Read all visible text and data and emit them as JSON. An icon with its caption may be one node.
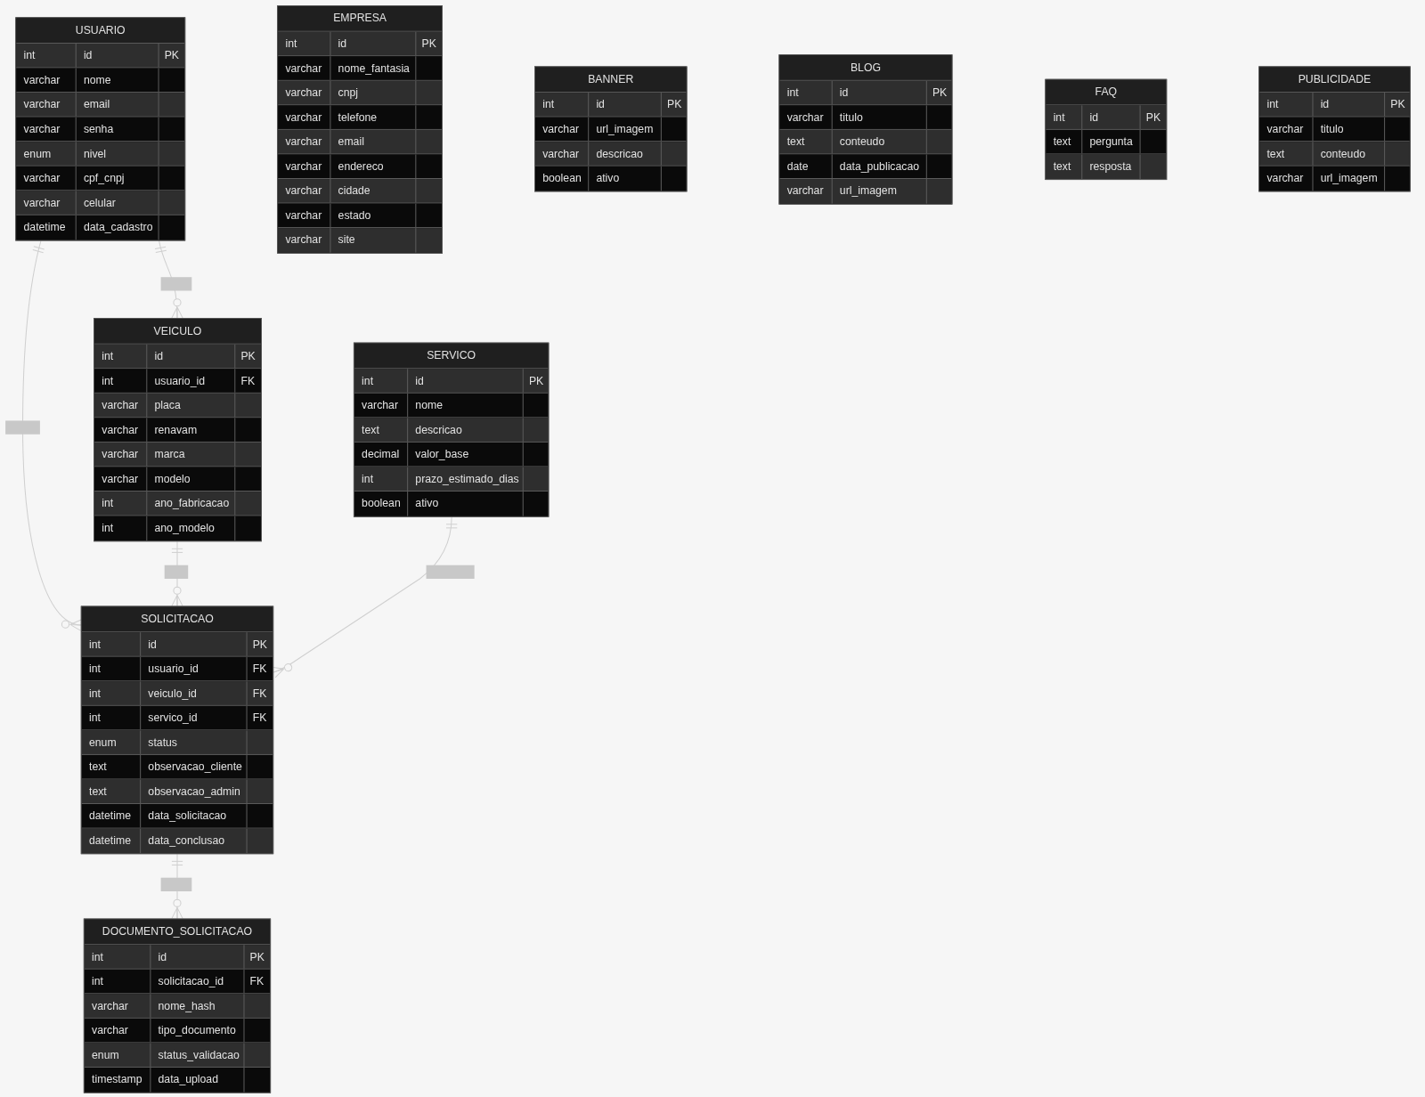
{
  "diagram": {
    "nodes": [
      {
        "text": [
          "USUARIO"
        ]
      },
      {
        "text": [
          "int",
          "id",
          "PK"
        ],
        "in": 0
      },
      {
        "text": [
          "varchar",
          "nome"
        ],
        "in": 0
      },
      {
        "text": [
          "varchar",
          "email"
        ],
        "in": 0
      },
      {
        "text": [
          "varchar",
          "senha"
        ],
        "in": 0
      },
      {
        "text": [
          "enum",
          "nivel"
        ],
        "in": 0
      },
      {
        "text": [
          "varchar",
          "cpf_cnpj"
        ],
        "in": 0
      },
      {
        "text": [
          "varchar",
          "celular"
        ],
        "in": 0
      },
      {
        "text": [
          "datetime",
          "data_cadastro"
        ],
        "in": 0
      },
      {
        "text": [
          "EMPRESA"
        ]
      },
      {
        "text": [
          "int",
          "id",
          "PK"
        ],
        "in": 9
      },
      {
        "text": [
          "varchar",
          "nome_fantasia"
        ],
        "in": 9
      },
      {
        "text": [
          "varchar",
          "cnpj"
        ],
        "in": 9
      },
      {
        "text": [
          "varchar",
          "telefone"
        ],
        "in": 9
      },
      {
        "text": [
          "varchar",
          "email"
        ],
        "in": 9
      },
      {
        "text": [
          "varchar",
          "endereco"
        ],
        "in": 9
      },
      {
        "text": [
          "varchar",
          "cidade"
        ],
        "in": 9
      },
      {
        "text": [
          "varchar",
          "estado"
        ],
        "in": 9
      },
      {
        "text": [
          "varchar",
          "site"
        ],
        "in": 9
      },
      {
        "text": [
          "BANNER"
        ]
      },
      {
        "text": [
          "int",
          "id",
          "PK"
        ],
        "in": 19
      },
      {
        "text": [
          "varchar",
          "url_imagem"
        ],
        "in": 19
      },
      {
        "text": [
          "varchar",
          "descricao"
        ],
        "in": 19
      },
      {
        "text": [
          "boolean",
          "ativo"
        ],
        "in": 19
      },
      {
        "text": [
          "BLOG"
        ]
      },
      {
        "text": [
          "int",
          "id",
          "PK"
        ],
        "in": 24
      },
      {
        "text": [
          "varchar",
          "titulo"
        ],
        "in": 24
      },
      {
        "text": [
          "text",
          "conteudo"
        ],
        "in": 24
      },
      {
        "text": [
          "date",
          "data_publicacao"
        ],
        "in": 24
      },
      {
        "text": [
          "varchar",
          "url_imagem"
        ],
        "in": 24
      },
      {
        "text": [
          "FAQ"
        ]
      },
      {
        "text": [
          "int",
          "id",
          "PK"
        ],
        "in": 30
      },
      {
        "text": [
          "text",
          "pergunta"
        ],
        "in": 30
      },
      {
        "text": [
          "text",
          "resposta"
        ],
        "in": 30
      },
      {
        "text": [
          "PUBLICIDADE"
        ]
      },
      {
        "text": [
          "int",
          "id",
          "PK"
        ],
        "in": 34
      },
      {
        "text": [
          "varchar",
          "titulo"
        ],
        "in": 34
      },
      {
        "text": [
          "text",
          "conteudo"
        ],
        "in": 34
      },
      {
        "text": [
          "varchar",
          "url_imagem"
        ],
        "in": 34
      },
      {
        "text": [
          "VEICULO"
        ]
      },
      {
        "text": [
          "int",
          "id",
          "PK"
        ],
        "in": 39
      },
      {
        "text": [
          "int",
          "usuario_id",
          "FK"
        ],
        "in": 39
      },
      {
        "text": [
          "varchar",
          "placa"
        ],
        "in": 39
      },
      {
        "text": [
          "varchar",
          "renavam"
        ],
        "in": 39
      },
      {
        "text": [
          "varchar",
          "marca"
        ],
        "in": 39
      },
      {
        "text": [
          "varchar",
          "modelo"
        ],
        "in": 39
      },
      {
        "text": [
          "int",
          "ano_fabricacao"
        ],
        "in": 39
      },
      {
        "text": [
          "int",
          "ano_modelo"
        ],
        "in": 39
      },
      {
        "text": [
          "SERVICO"
        ]
      },
      {
        "text": [
          "int",
          "id",
          "PK"
        ],
        "in": 48
      },
      {
        "text": [
          "varchar",
          "nome"
        ],
        "in": 48
      },
      {
        "text": [
          "text",
          "descricao"
        ],
        "in": 48
      },
      {
        "text": [
          "decimal",
          "valor_base"
        ],
        "in": 48
      },
      {
        "text": [
          "int",
          "prazo_estimado_dias"
        ],
        "in": 48
      },
      {
        "text": [
          "boolean",
          "ativo"
        ],
        "in": 48
      },
      {
        "text": [
          "SOLICITACAO"
        ]
      },
      {
        "text": [
          "int",
          "id",
          "PK"
        ],
        "in": 55
      },
      {
        "text": [
          "int",
          "usuario_id",
          "FK"
        ],
        "in": 55
      },
      {
        "text": [
          "int",
          "veiculo_id",
          "FK"
        ],
        "in": 55
      },
      {
        "text": [
          "int",
          "servico_id",
          "FK"
        ],
        "in": 55
      },
      {
        "text": [
          "enum",
          "status"
        ],
        "in": 55
      },
      {
        "text": [
          "text",
          "observacao_cliente"
        ],
        "in": 55
      },
      {
        "text": [
          "text",
          "observacao_admin"
        ],
        "in": 55
      },
      {
        "text": [
          "datetime",
          "data_solicitacao"
        ],
        "in": 55
      },
      {
        "text": [
          "datetime",
          "data_conclusao"
        ],
        "in": 55
      },
      {
        "text": [
          "DOCUMENTO_SOLICITACAO"
        ]
      },
      {
        "text": [
          "int",
          "id",
          "PK"
        ],
        "in": 65
      },
      {
        "text": [
          "int",
          "solicitacao_id",
          "FK"
        ],
        "in": 65
      },
      {
        "text": [
          "varchar",
          "nome_hash"
        ],
        "in": 65
      },
      {
        "text": [
          "varchar",
          "tipo_documento"
        ],
        "in": 65
      },
      {
        "text": [
          "enum",
          "status_validacao"
        ],
        "in": 65
      },
      {
        "text": [
          "timestamp",
          "data_upload"
        ],
        "in": 65
      }
    ],
    "edges": [
      {
        "from": 0,
        "to": 39,
        "arrow": "other"
      },
      {
        "from": 0,
        "to": 55,
        "arrow": "other"
      },
      {
        "from": 39,
        "to": 55,
        "arrow": "other"
      },
      {
        "from": 48,
        "to": 55,
        "arrow": "other"
      },
      {
        "from": 55,
        "to": 65,
        "arrow": "other"
      }
    ]
  }
}
